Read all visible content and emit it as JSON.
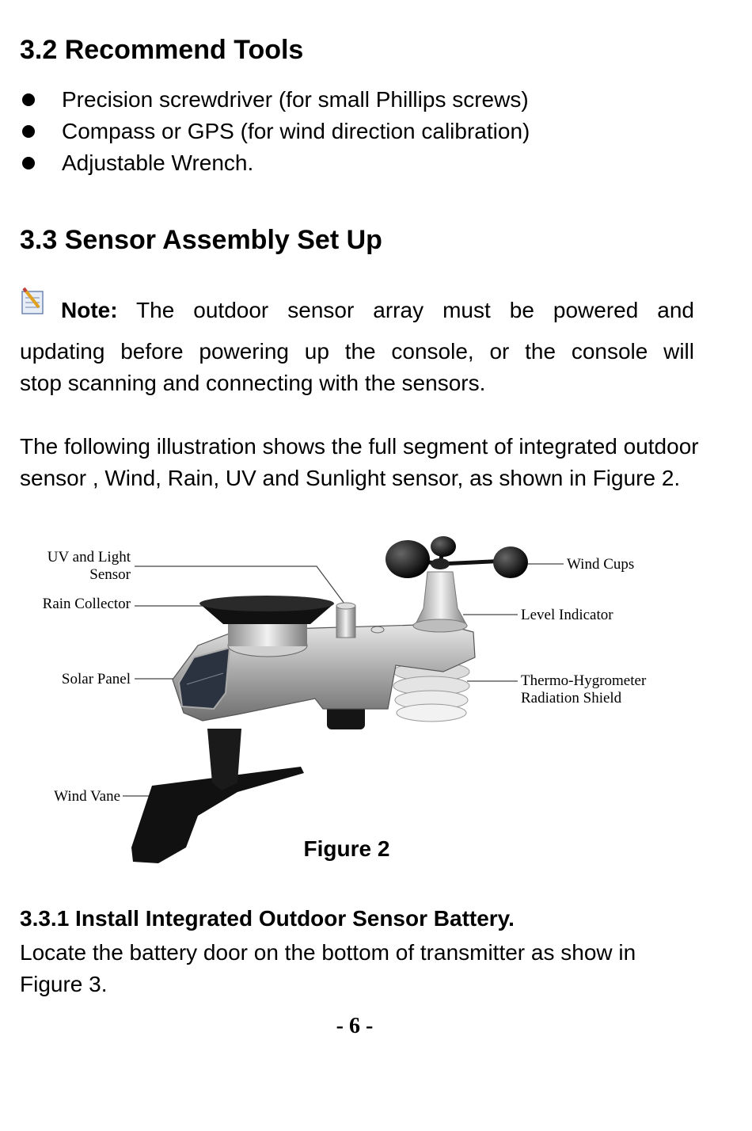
{
  "section_32": {
    "title": "3.2 Recommend Tools",
    "bullets": [
      "Precision screwdriver (for small Phillips screws)",
      "Compass or GPS (for wind direction calibration)",
      "Adjustable Wrench."
    ]
  },
  "section_33": {
    "title": "3.3 Sensor Assembly Set Up",
    "note_label": "Note:",
    "note_first_line": "The outdoor sensor array must be powered and",
    "note_line2": "updating before powering up the console, or the console will",
    "note_line3": "stop scanning and connecting with the sensors.",
    "paragraph": "The following illustration shows the full segment of integrated outdoor sensor , Wind, Rain, UV and Sunlight sensor, as shown in Figure 2."
  },
  "figure": {
    "callouts": {
      "uv_line1": "UV and Light",
      "uv_line2": "Sensor",
      "rain": "Rain Collector",
      "solar": "Solar Panel",
      "vane": "Wind Vane",
      "cups": "Wind Cups",
      "level": "Level Indicator",
      "thermo_line1": "Thermo-Hygrometer",
      "thermo_line2": "Radiation Shield"
    },
    "caption": "Figure 2"
  },
  "section_331": {
    "title": "3.3.1 Install Integrated Outdoor Sensor Battery.",
    "body": "Locate the battery door on the bottom of transmitter as show in Figure 3."
  },
  "page_number": "- 6 -"
}
